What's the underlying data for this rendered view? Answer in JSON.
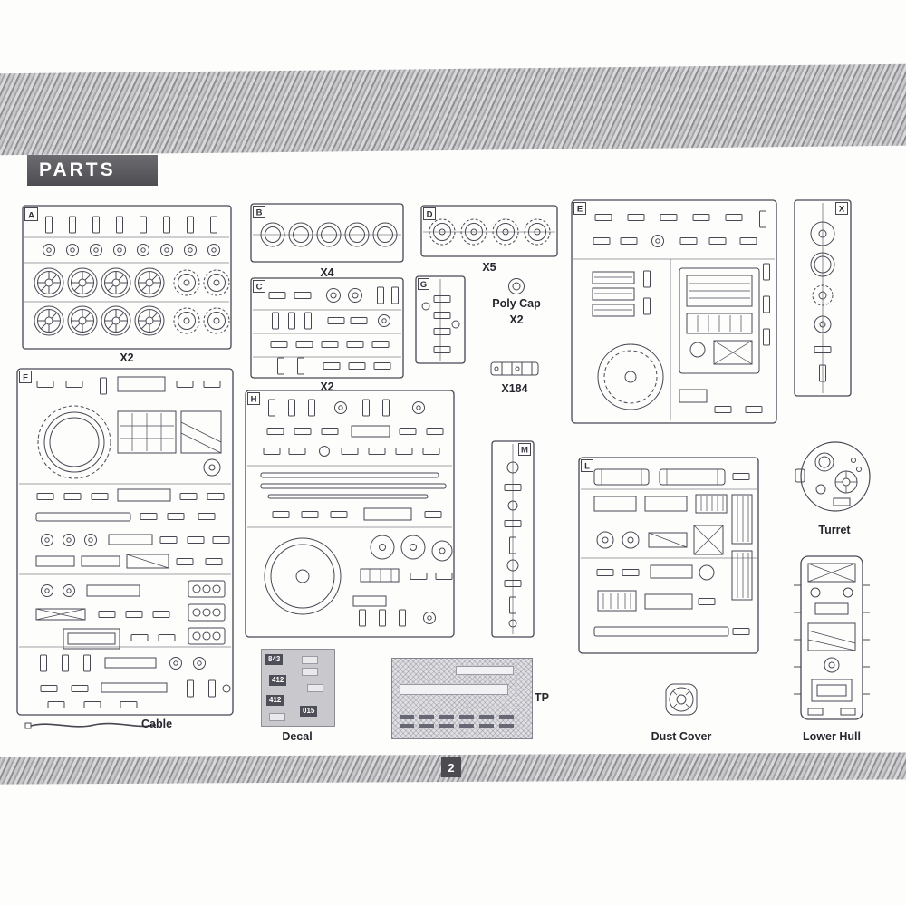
{
  "page": {
    "title": "PARTS",
    "number": "2"
  },
  "sprues": {
    "a": {
      "letter": "A",
      "qty": "X2"
    },
    "b": {
      "letter": "B",
      "qty": "X4"
    },
    "c": {
      "letter": "C",
      "qty": "X2"
    },
    "d": {
      "letter": "D",
      "qty": "X5"
    },
    "e": {
      "letter": "E"
    },
    "f": {
      "letter": "F"
    },
    "g": {
      "letter": "G"
    },
    "h": {
      "letter": "H"
    },
    "l": {
      "letter": "L"
    },
    "m": {
      "letter": "M"
    },
    "x": {
      "letter": "X"
    }
  },
  "items": {
    "poly_cap": {
      "label": "Poly Cap",
      "qty": "X2"
    },
    "track": {
      "qty": "X184"
    },
    "turret": {
      "label": "Turret"
    },
    "cable": {
      "label": "Cable"
    },
    "decal": {
      "label": "Decal",
      "codes": [
        "843",
        "412",
        "412",
        "015"
      ]
    },
    "tp": {
      "label": "TP"
    },
    "dust_cover": {
      "label": "Dust Cover"
    },
    "lower_hull": {
      "label": "Lower Hull"
    }
  }
}
